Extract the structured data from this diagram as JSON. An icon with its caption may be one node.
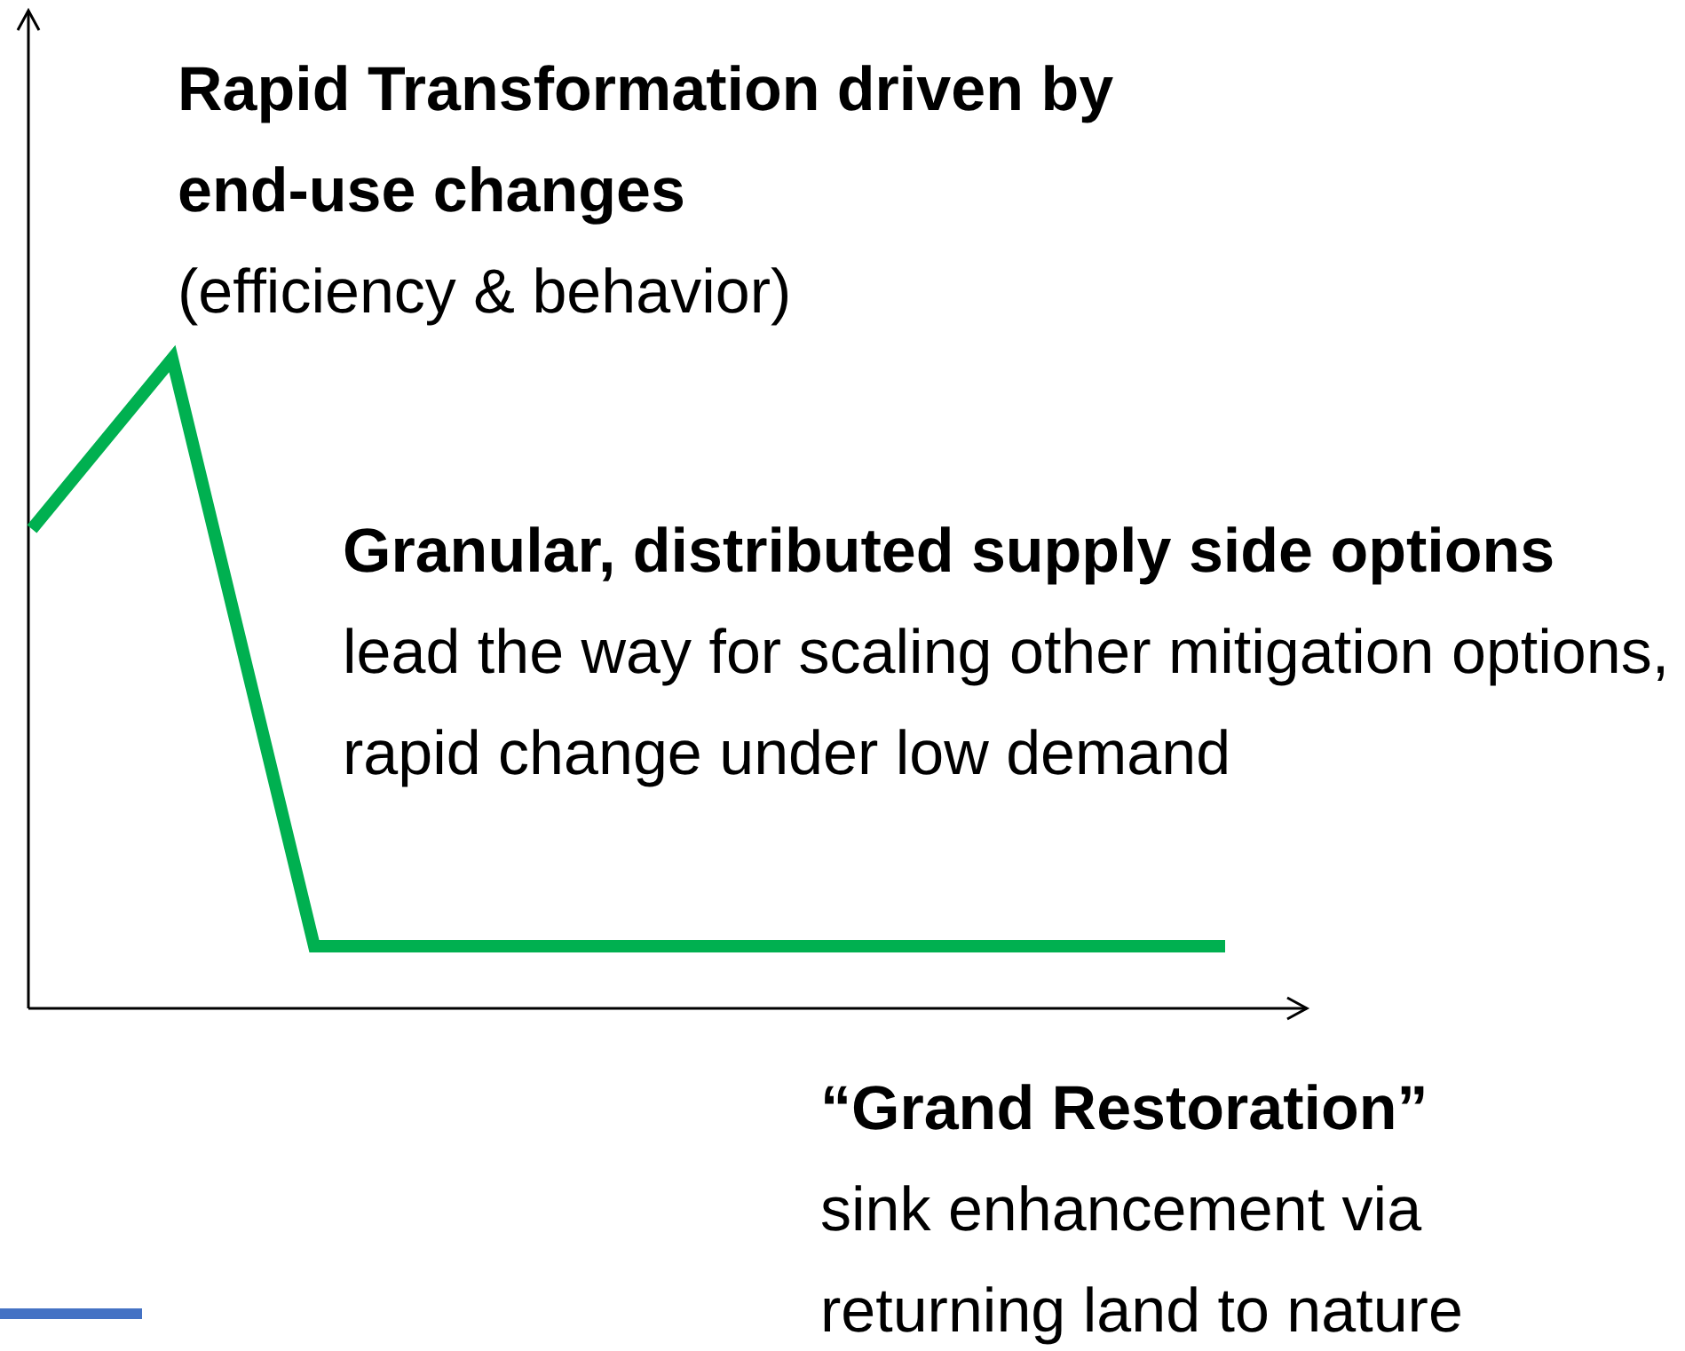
{
  "diagram": {
    "labels": [
      "Rapid Transformation driven by end-use changes",
      "(efficiency & behavior)",
      "**Granular, distributed supply side options** lead the way for scaling other mitigation options, rapid change under low demand",
      "“Grand Restoration”",
      "sink enhancement via returning land to nature"
    ]
  }
}
